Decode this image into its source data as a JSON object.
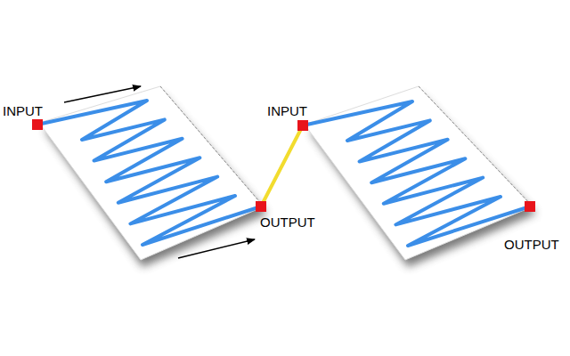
{
  "diagram": {
    "nodes": [
      {
        "text": [
          "INPUT"
        ]
      },
      {
        "text": [
          "OUTPUT"
        ]
      },
      {
        "text": [
          "INPUT"
        ]
      },
      {
        "text": [
          "OUTPUT"
        ]
      }
    ],
    "edges": [
      {
        "from": 0,
        "to": 1,
        "arrow": "none"
      },
      {
        "from": 1,
        "to": 2,
        "arrow": "none"
      },
      {
        "from": 2,
        "to": 3,
        "arrow": "none"
      }
    ]
  }
}
